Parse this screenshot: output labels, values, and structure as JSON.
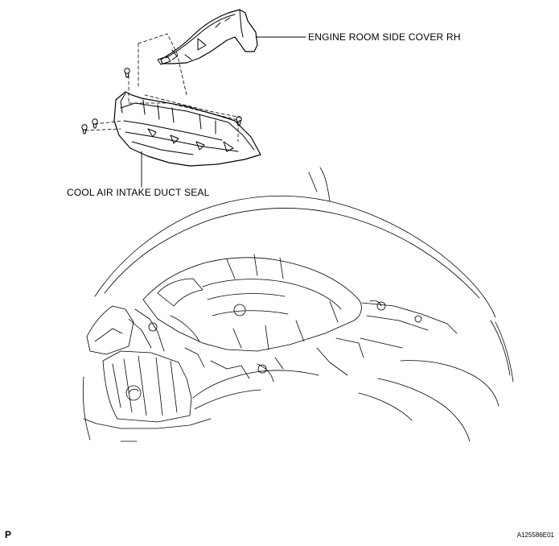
{
  "callouts": {
    "engine_room_side_cover": "ENGINE ROOM SIDE COVER RH",
    "cool_air_intake_duct_seal": "COOL AIR INTAKE DUCT SEAL"
  },
  "corner_mark": "P",
  "figure_code": "A125586E01",
  "icons": [
    "engine-room-side-cover-drawing",
    "cool-air-intake-duct-seal-drawing",
    "clip-icon",
    "vehicle-front-drawing",
    "lexus-emblem-icon"
  ]
}
